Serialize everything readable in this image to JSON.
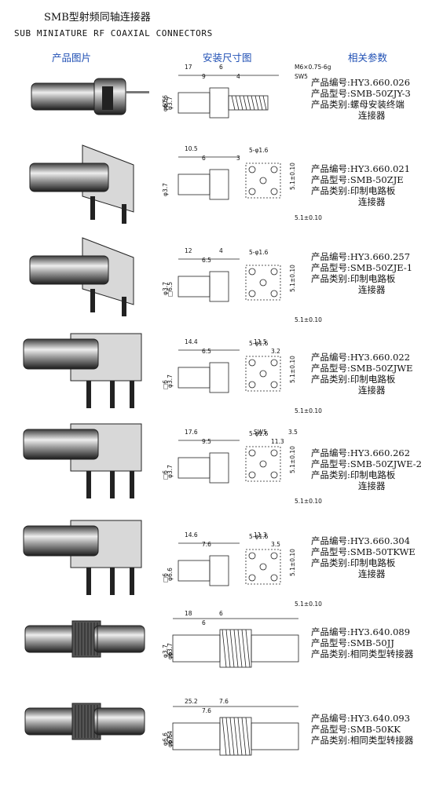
{
  "header": {
    "title_cn": "SMB型射频同轴连接器",
    "title_en": "SUB MINIATURE RF COAXIAL CONNECTORS",
    "col_photo": "产品图片",
    "col_drawing": "安装尺寸图",
    "col_params": "相关参数"
  },
  "labels": {
    "code": "产品编号:",
    "model": "产品型号:",
    "category": "产品类别:"
  },
  "colors": {
    "heading": "#1f4fb4",
    "text": "#111111"
  },
  "products": [
    {
      "code": "HY3.660.026",
      "model": "SMB-50ZJY-3",
      "category": [
        "螺母安装终端",
        "连接器"
      ],
      "dims": [
        "17",
        "9",
        "6",
        "4",
        "φ6.5",
        "φ3.7",
        "φ0.6",
        "SW5",
        "M6×0.75-6g"
      ]
    },
    {
      "code": "HY3.660.021",
      "model": "SMB-50ZJE",
      "category": [
        "印制电路板",
        "连接器"
      ],
      "dims": [
        "10.5",
        "6",
        "φ3.7",
        "3",
        "5-φ1.6",
        "5.1±0.10",
        "5.1±0.10"
      ]
    },
    {
      "code": "HY3.660.257",
      "model": "SMB-50ZJE-1",
      "category": [
        "印制电路板",
        "连接器"
      ],
      "dims": [
        "12",
        "6.5",
        "4",
        "□6.5",
        "φ3.7",
        "5-φ1.6",
        "5.1±0.10",
        "5.1±0.10"
      ]
    },
    {
      "code": "HY3.660.022",
      "model": "SMB-50ZJWE",
      "category": [
        "印制电路板",
        "连接器"
      ],
      "dims": [
        "14.4",
        "6.5",
        "□6",
        "φ3.7",
        "11.5",
        "3.2",
        "5-φ1.6",
        "5.1±0.10",
        "5.1±0.10"
      ]
    },
    {
      "code": "HY3.660.262",
      "model": "SMB-50ZJWE-2",
      "category": [
        "印制电路板",
        "连接器"
      ],
      "dims": [
        "17.6",
        "9.5",
        "□6",
        "φ3.7",
        "SW5",
        "11.3",
        "3.5",
        "5-φ1.6",
        "5.1±0.10",
        "5.1±0.10"
      ]
    },
    {
      "code": "HY3.660.304",
      "model": "SMB-50TKWE",
      "category": [
        "印制电路板",
        "连接器"
      ],
      "dims": [
        "14.6",
        "7.6",
        "□6",
        "φ6.6",
        "11.3",
        "3.5",
        "5-φ1.6",
        "5.1±0.10",
        "5.1±0.10"
      ]
    },
    {
      "code": "HY3.640.089",
      "model": "SMB-50JJ",
      "category": [
        "相同类型转接器"
      ],
      "dims": [
        "18",
        "6",
        "6",
        "φ6",
        "φ3.7",
        "φ3.7"
      ]
    },
    {
      "code": "HY3.640.093",
      "model": "SMB-50KK",
      "category": [
        "相同类型转接器"
      ],
      "dims": [
        "25.2",
        "7.6",
        "7.6",
        "φ6.6",
        "φ6.6",
        "φ7.4"
      ]
    }
  ]
}
